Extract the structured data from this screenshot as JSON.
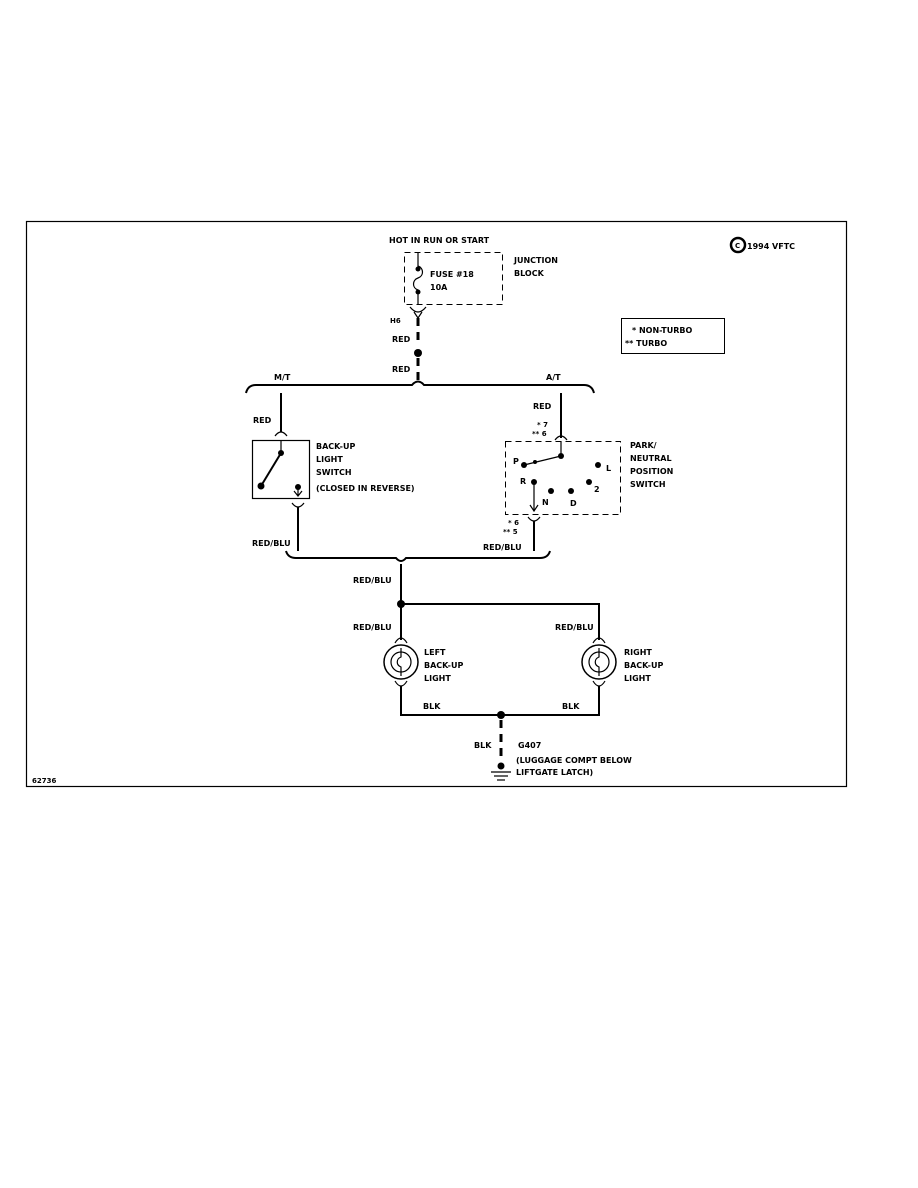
{
  "copyright": "1994 VFTC",
  "copyright_symbol": "C",
  "figure_id": "62736",
  "power": {
    "hot_label": "HOT IN RUN OR START",
    "junction_block": [
      "JUNCTION",
      "BLOCK"
    ],
    "fuse": [
      "FUSE #18",
      "10A"
    ],
    "connector": "H6"
  },
  "legend": {
    "non_turbo": "* NON-TURBO",
    "turbo": "** TURBO"
  },
  "wires": {
    "red_1": "RED",
    "red_2": "RED",
    "red_mt": "RED",
    "red_at": "RED",
    "red_blu_mt": "RED/BLU",
    "red_blu_at": "RED/BLU",
    "red_blu_main": "RED/BLU",
    "red_blu_left": "RED/BLU",
    "red_blu_right": "RED/BLU",
    "blk_left": "BLK",
    "blk_right": "BLK",
    "blk_ground": "BLK"
  },
  "branches": {
    "mt": "M/T",
    "at": "A/T"
  },
  "backup_switch": {
    "label": [
      "BACK-UP",
      "LIGHT",
      "SWITCH"
    ],
    "note": "(CLOSED IN REVERSE)"
  },
  "pn_switch": {
    "label": [
      "PARK/",
      "NEUTRAL",
      "POSITION",
      "SWITCH"
    ],
    "pin_top_a": "* 7",
    "pin_top_b": "** 6",
    "pin_bot_a": "* 6",
    "pin_bot_b": "** 5",
    "positions": {
      "P": "P",
      "R": "R",
      "N": "N",
      "D": "D",
      "L": "L",
      "two": "2"
    }
  },
  "lights": {
    "left": [
      "LEFT",
      "BACK-UP",
      "LIGHT"
    ],
    "right": [
      "RIGHT",
      "BACK-UP",
      "LIGHT"
    ]
  },
  "ground": {
    "id": "G407",
    "location": [
      "(LUGGAGE COMPT BELOW",
      "LIFTGATE LATCH)"
    ]
  }
}
